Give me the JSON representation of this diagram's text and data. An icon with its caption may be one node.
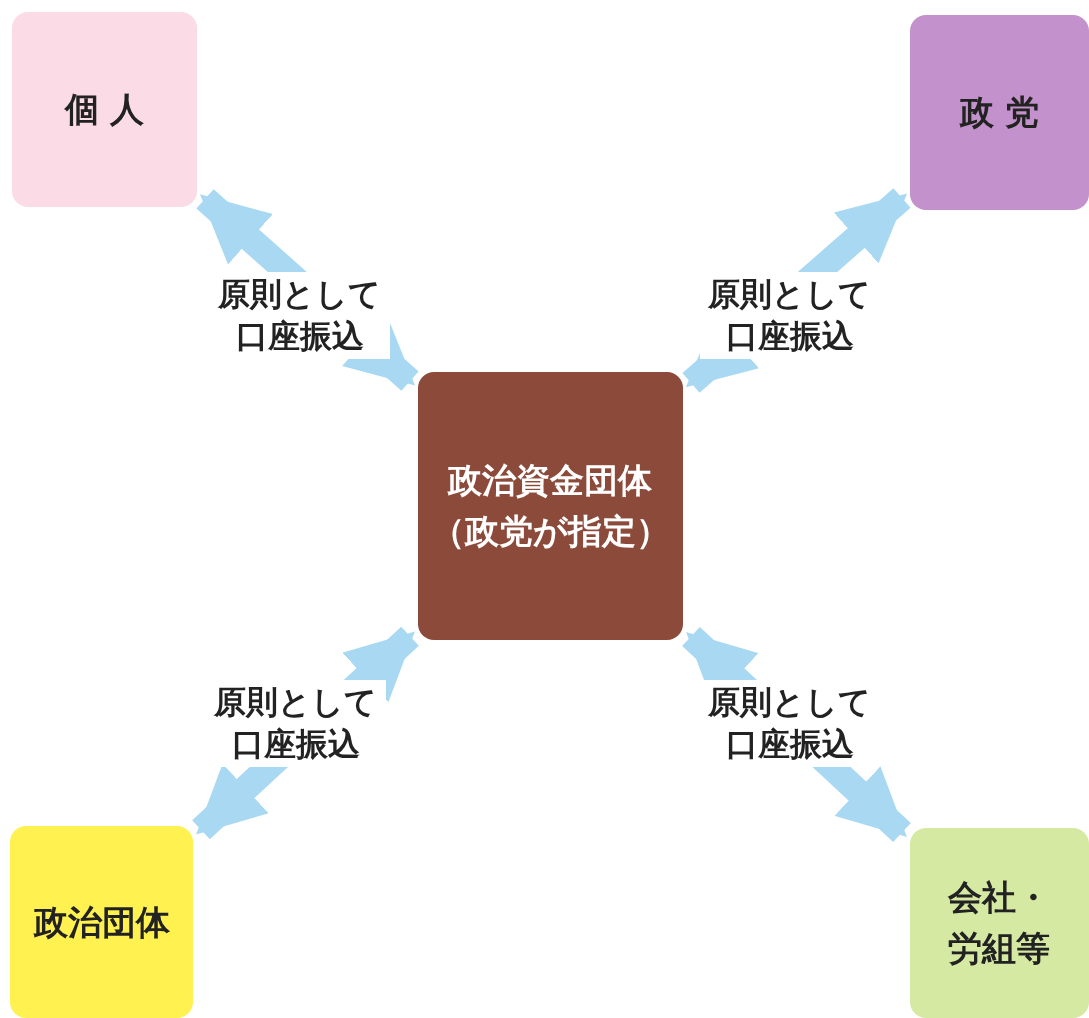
{
  "diagram": {
    "nodes": [
      {
        "text": [
          "個 人"
        ]
      },
      {
        "text": [
          "政 党"
        ]
      },
      {
        "text": [
          "政治資金団体（政党が指定）"
        ]
      },
      {
        "text": [
          "政治団体"
        ]
      },
      {
        "text": [
          "会社・労組等"
        ]
      }
    ],
    "edges": [
      {
        "from": 0,
        "to": 2,
        "arrow": "both",
        "label": "原則として口座振込"
      },
      {
        "from": 1,
        "to": 2,
        "arrow": "both",
        "label": "原則として口座振込"
      },
      {
        "from": 3,
        "to": 2,
        "arrow": "both",
        "label": "原則として口座振込"
      },
      {
        "from": 4,
        "to": 2,
        "arrow": "both",
        "label": "原則として口座振込"
      }
    ]
  }
}
